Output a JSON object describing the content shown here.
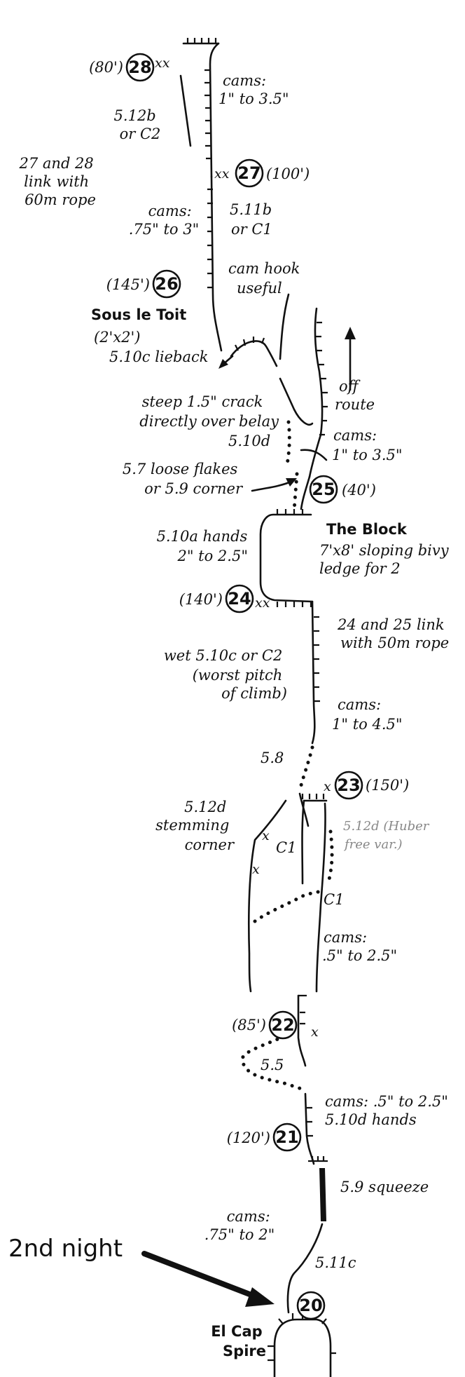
{
  "pitches": [
    {
      "id": "p28",
      "number": "28",
      "length": "(80')"
    },
    {
      "id": "p27",
      "number": "27",
      "length": "(100')"
    },
    {
      "id": "p26",
      "number": "26",
      "length": "(145')"
    },
    {
      "id": "p25",
      "number": "25",
      "length": "(40')"
    },
    {
      "id": "p24",
      "number": "24",
      "length": "(140')"
    },
    {
      "id": "p23",
      "number": "23",
      "length": "(150')"
    },
    {
      "id": "p22",
      "number": "22",
      "length": "(85')"
    },
    {
      "id": "p21",
      "number": "21",
      "length": "(120')"
    },
    {
      "id": "p20",
      "number": "20",
      "length": ""
    }
  ],
  "labels": {
    "cams_1_35a": [
      "cams:",
      "1\" to 3.5\""
    ],
    "p28_grade": [
      "5.12b",
      "or C2"
    ],
    "link_27_28": [
      "27 and 28",
      "link with",
      "60m rope"
    ],
    "cams_075_3": [
      "cams:",
      ".75\" to 3\""
    ],
    "p27_grade": [
      "5.11b",
      "or C1"
    ],
    "cam_hook": [
      "cam hook",
      "useful"
    ],
    "sous_le_toit": "Sous le Toit",
    "sous_size": "(2'x2')",
    "lieback": "5.10c lieback",
    "off_route": [
      "off",
      "route"
    ],
    "steep_crack": [
      "steep 1.5\" crack",
      "directly over belay"
    ],
    "g510d": "5.10d",
    "cams_1_35b": [
      "cams:",
      "1\" to 3.5\""
    ],
    "loose_flakes": [
      "5.7 loose flakes",
      "or 5.9 corner"
    ],
    "the_block": "The Block",
    "bivy": [
      "7'x8' sloping bivy",
      "ledge for 2"
    ],
    "hands_510a": [
      "5.10a hands",
      "2\" to 2.5\""
    ],
    "link_24_25": [
      "24 and 25 link",
      "with 50m rope"
    ],
    "wet": [
      "wet 5.10c or C2",
      "(worst pitch",
      "of climb)"
    ],
    "cams_1_45": [
      "cams:",
      "1\" to 4.5\""
    ],
    "g58": "5.8",
    "stemming": [
      "5.12d",
      "stemming",
      "corner"
    ],
    "c1_left": "C1",
    "freeva": [
      "5.12d (Huber",
      "free var.)"
    ],
    "c1_right": "C1",
    "cams_05_25a": [
      "cams:",
      ".5\" to 2.5\""
    ],
    "g55": "5.5",
    "cams_05_25b": [
      "cams: .5\" to 2.5\"",
      "5.10d hands"
    ],
    "squeeze": "5.9 squeeze",
    "cams_075_2": [
      "cams:",
      ".75\" to 2\""
    ],
    "g511c": "5.11c",
    "el_cap": [
      "El Cap",
      "Spire"
    ],
    "second_night": "2nd night",
    "xx": "xx",
    "x": "x"
  }
}
